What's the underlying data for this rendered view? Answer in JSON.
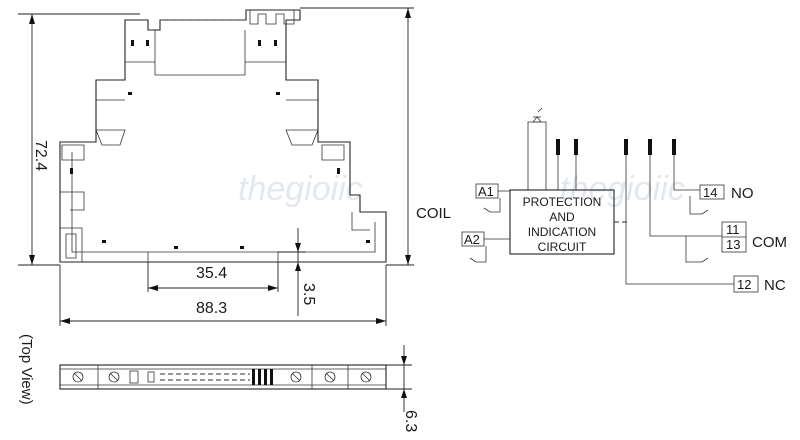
{
  "dimensions": {
    "height": "72.4",
    "width": "88.3",
    "inner": "35.4",
    "foot": "3.5",
    "top_thickness": "6.3"
  },
  "labels": {
    "top_view": "(Top View)",
    "coil": "COIL"
  },
  "circuit": {
    "block_line1": "PROTECTION",
    "block_line2": "AND",
    "block_line3": "INDICATION",
    "block_line4": "CIRCUIT",
    "a1": "A1",
    "a2": "A2",
    "t14": "14",
    "t11": "11",
    "t13": "13",
    "t12": "12",
    "no": "NO",
    "com": "COM",
    "nc": "NC"
  },
  "watermark": "thegioiic"
}
